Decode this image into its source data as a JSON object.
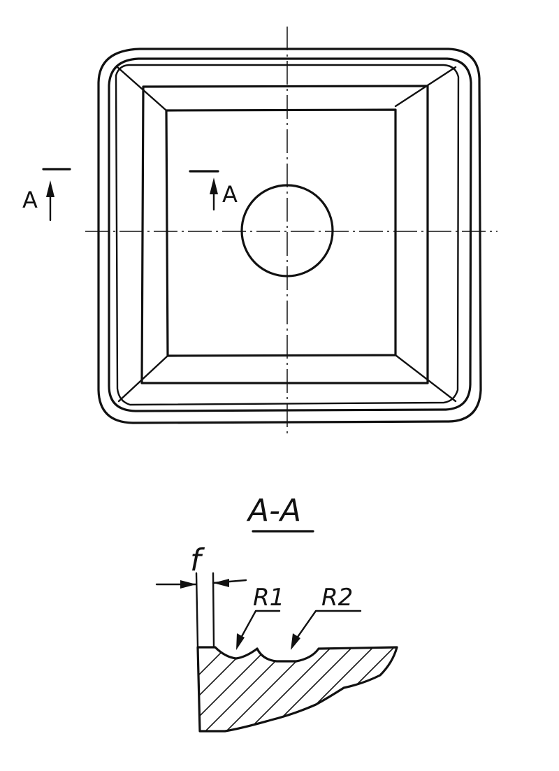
{
  "figure": {
    "top_view": {
      "section_marker_left": "A",
      "section_marker_right": "A"
    },
    "section_view": {
      "title": "A-A",
      "dimension_label": "f",
      "radius_label_1": "R1",
      "radius_label_2": "R2"
    }
  }
}
